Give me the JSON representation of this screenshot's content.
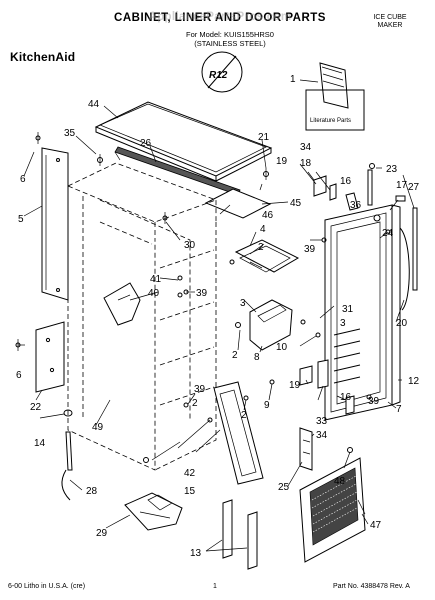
{
  "header": {
    "title": "CABINET, LINER AND DOOR PARTS",
    "watermark": "AppliancePartsPros.com",
    "model_line": "For Model: KUIS155HRS0",
    "finish_line": "(STAINLESS STEEL)",
    "product_line1": "ICE CUBE",
    "product_line2": "MAKER"
  },
  "brand": "KitchenAid",
  "badge": "R12",
  "literature_label": "Literature Parts",
  "callouts": {
    "c1": "1",
    "c2a": "2",
    "c2b": "2",
    "c2c": "2",
    "c2d": "2",
    "c3a": "3",
    "c3b": "3",
    "c4": "4",
    "c5": "5",
    "c6a": "6",
    "c6b": "6",
    "c7": "7",
    "c8": "8",
    "c9": "9",
    "c10": "10",
    "c12": "12",
    "c13": "13",
    "c14": "14",
    "c15": "15",
    "c16a": "16",
    "c16b": "16",
    "c17": "17",
    "c18": "18",
    "c19a": "19",
    "c19b": "19",
    "c20": "20",
    "c21": "21",
    "c22": "22",
    "c23": "23",
    "c24": "24",
    "c25": "25",
    "c26": "26",
    "c27": "27",
    "c28": "28",
    "c29": "29",
    "c30": "30",
    "c31": "31",
    "c33": "33",
    "c34a": "34",
    "c34b": "34",
    "c35": "35",
    "c36": "36",
    "c39a": "39",
    "c39b": "39",
    "c39c": "39",
    "c39d": "39",
    "c40": "40",
    "c41": "41",
    "c42": "42",
    "c44": "44",
    "c45": "45",
    "c46": "46",
    "c47": "47",
    "c48": "48",
    "c49": "49"
  },
  "footer": {
    "left": "6-00 Litho in U.S.A. (cre)",
    "page": "1",
    "part_no": "Part No. 4388478 Rev. A"
  }
}
